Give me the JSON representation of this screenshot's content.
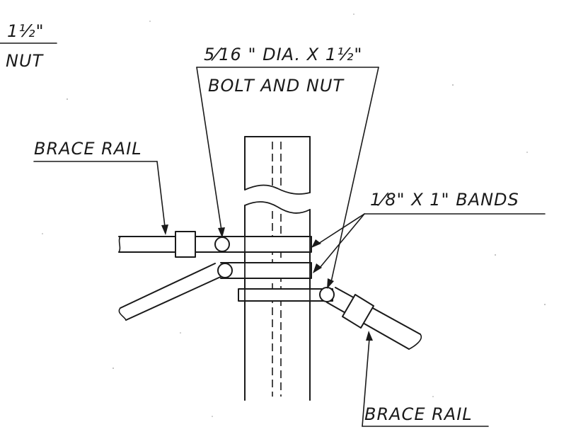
{
  "labels": {
    "nut_fraction_top": "1½\"",
    "nut_word": "NUT",
    "bolt_line1": "5⁄16 \" DIA. X   1½\"",
    "bolt_line2": "BOLT  AND  NUT",
    "brace_rail_upper": "BRACE  RAIL",
    "bands": "1⁄8\"  X   1\"  BANDS",
    "brace_rail_lower": "BRACE  RAIL"
  },
  "colors": {
    "ink": "#1a1a1a",
    "paper": "#ffffff"
  }
}
